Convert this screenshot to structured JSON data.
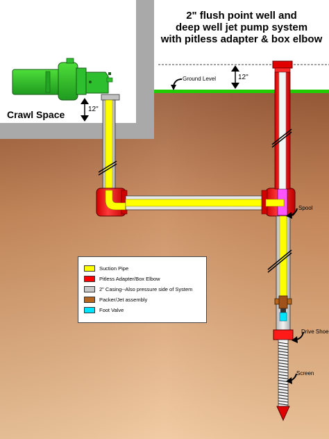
{
  "title": {
    "line1": "2\" flush point well and",
    "line2": "deep well jet pump system",
    "line3": "with pitless adapter & box elbow"
  },
  "labels": {
    "crawl_space": "Crawl Space",
    "ground_level": "Ground Level",
    "spool": "Spool",
    "drive_shoe": "Drive Shoe",
    "screen": "Screen",
    "dim_crawl": "12\"",
    "dim_top": "12\""
  },
  "legend": [
    {
      "label": "Suction Pipe",
      "color": "#ffff00"
    },
    {
      "label": "Pitless Adapter/Box Elbow",
      "color": "#ff0000"
    },
    {
      "label": "2\" Casing--Also pressure side of System",
      "color": "#c8c8c8"
    },
    {
      "label": "Packer/Jet assembly",
      "color": "#b5651d"
    },
    {
      "label": "Foot Valve",
      "color": "#00e5ff"
    }
  ],
  "colors": {
    "soil_dark": "#9a5c3a",
    "soil_light": "#e8b98e",
    "grass": "#22cc00",
    "foundation": "#a9a9a9",
    "pump": "#2dbf2d"
  }
}
